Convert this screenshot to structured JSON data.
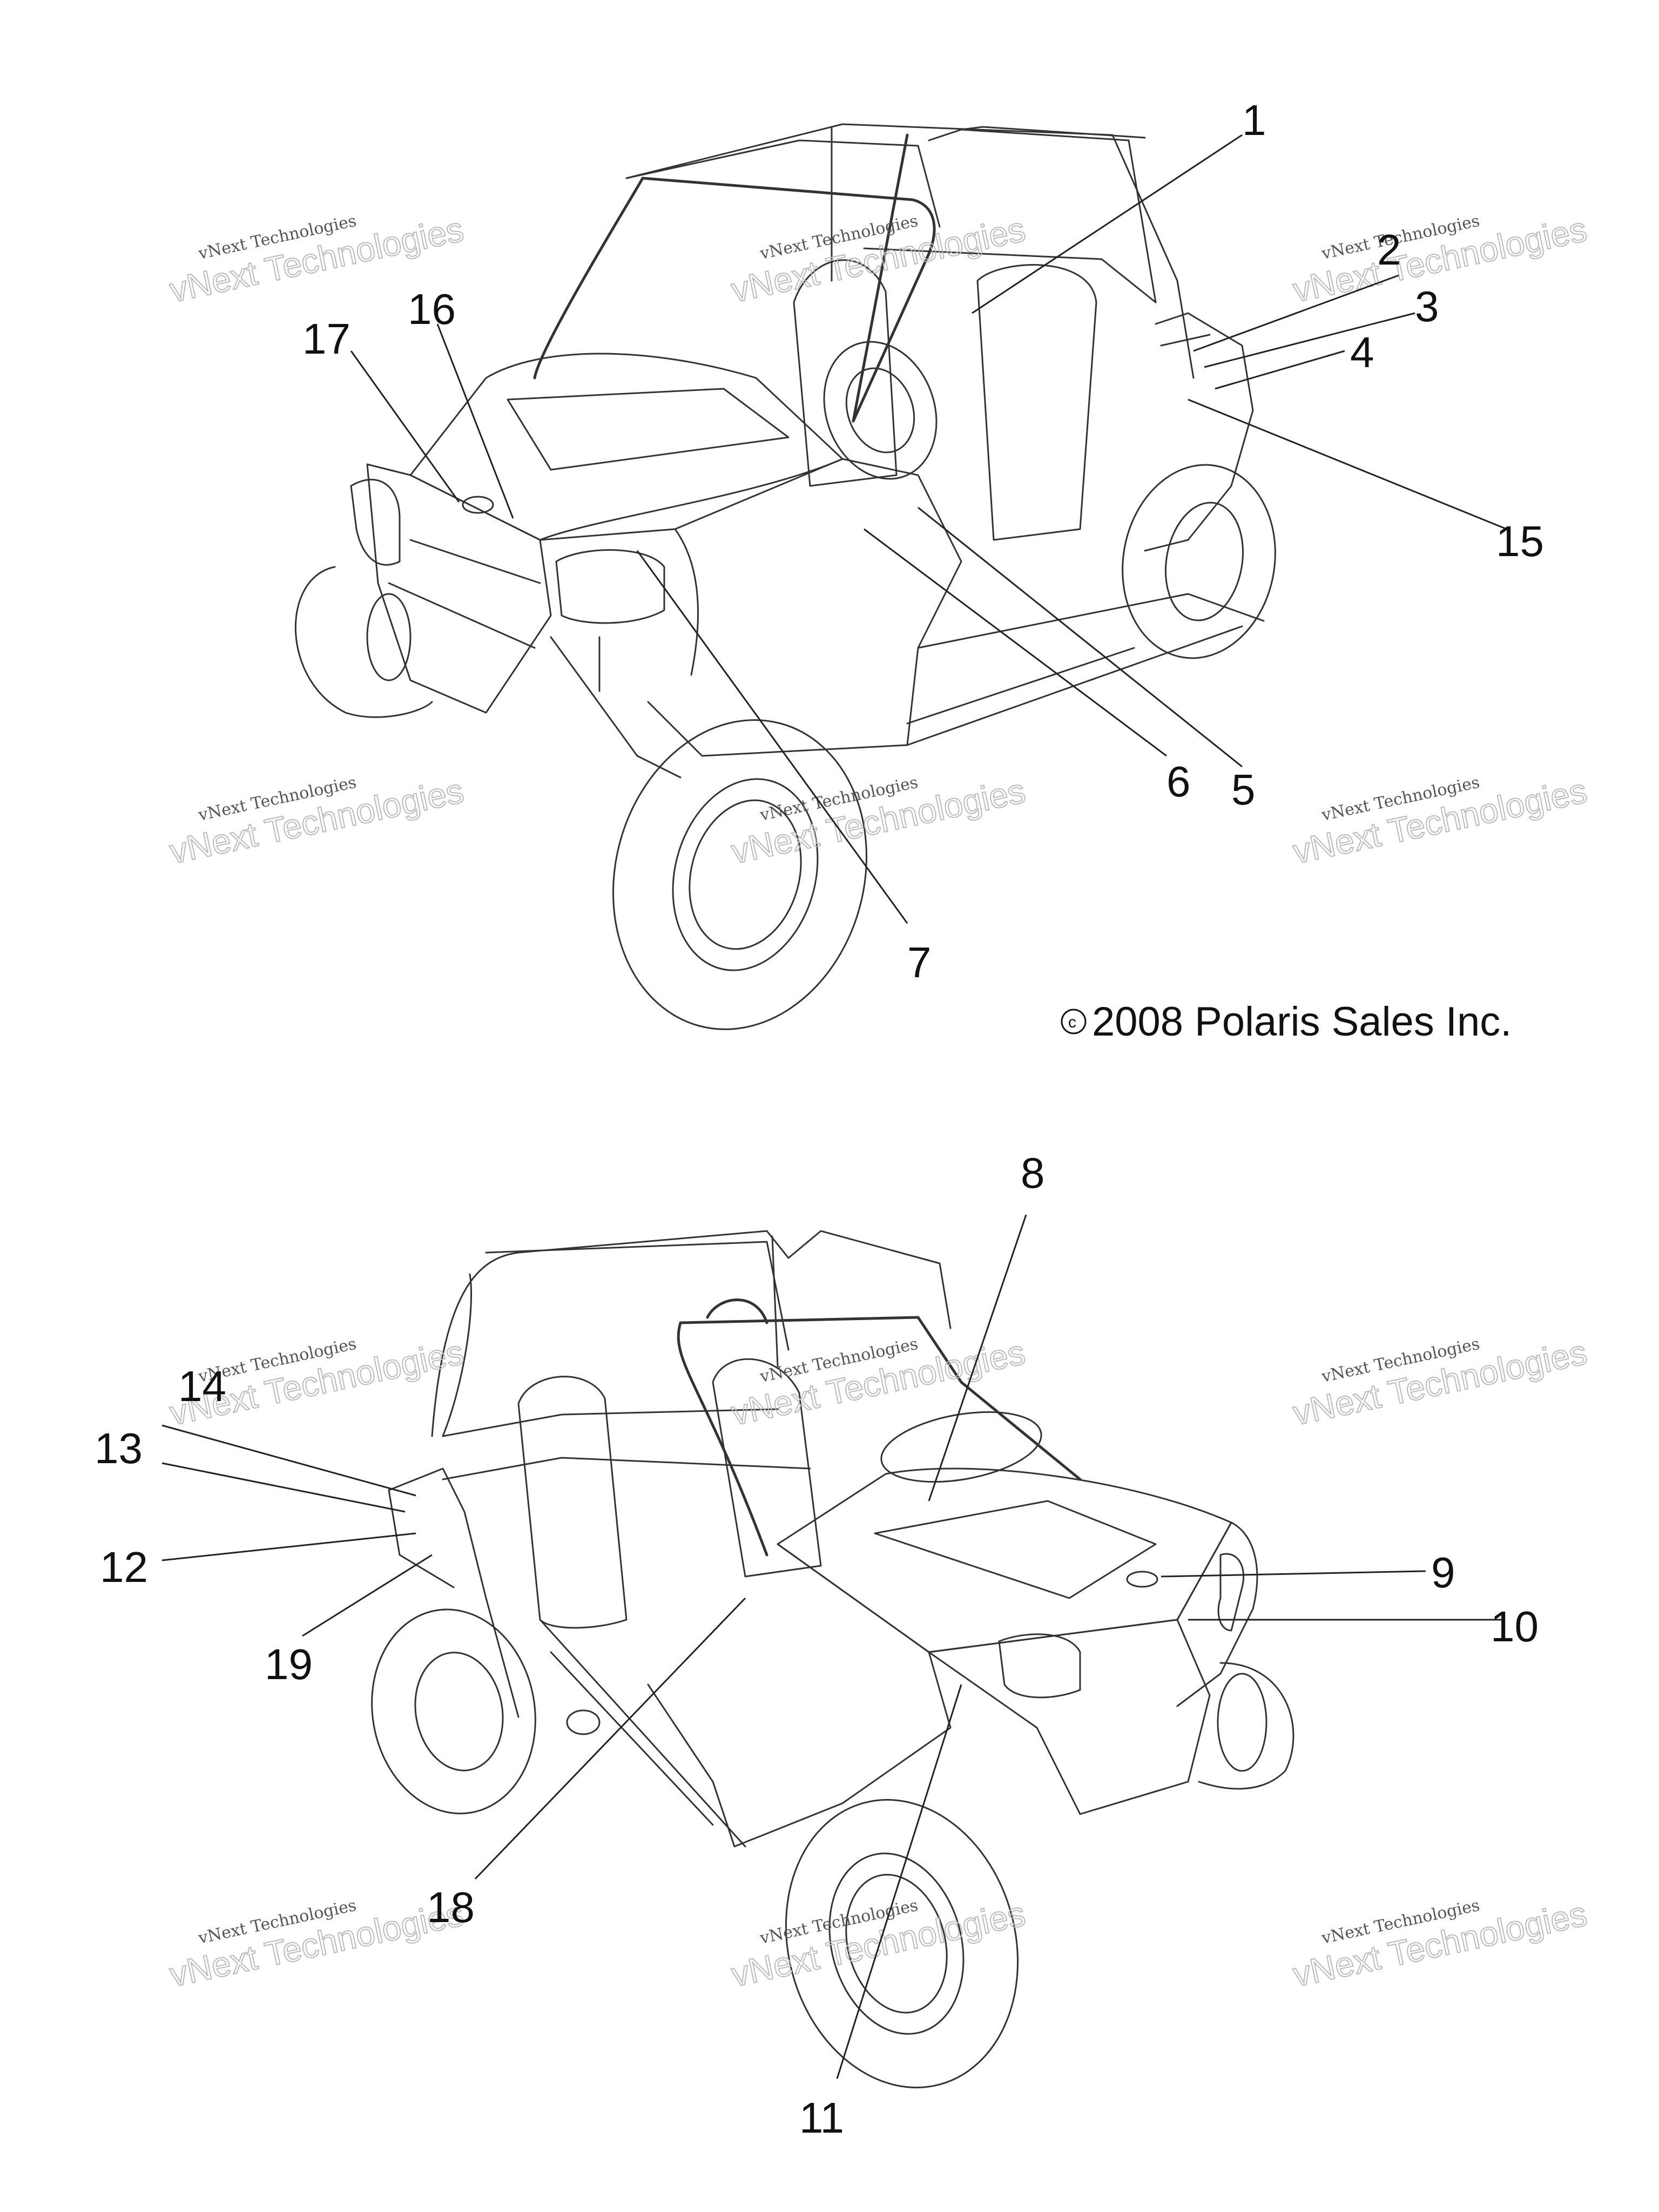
{
  "copyright": "2008 Polaris Sales Inc.",
  "watermark": {
    "line1": "vNext Technologies",
    "line2": "vNext Technologies"
  },
  "callouts": {
    "c1": "1",
    "c2": "2",
    "c3": "3",
    "c4": "4",
    "c5": "5",
    "c6": "6",
    "c7": "7",
    "c8": "8",
    "c9": "9",
    "c10": "10",
    "c11": "11",
    "c12": "12",
    "c13": "13",
    "c14": "14",
    "c15": "15",
    "c16": "16",
    "c17": "17",
    "c18": "18",
    "c19": "19"
  }
}
